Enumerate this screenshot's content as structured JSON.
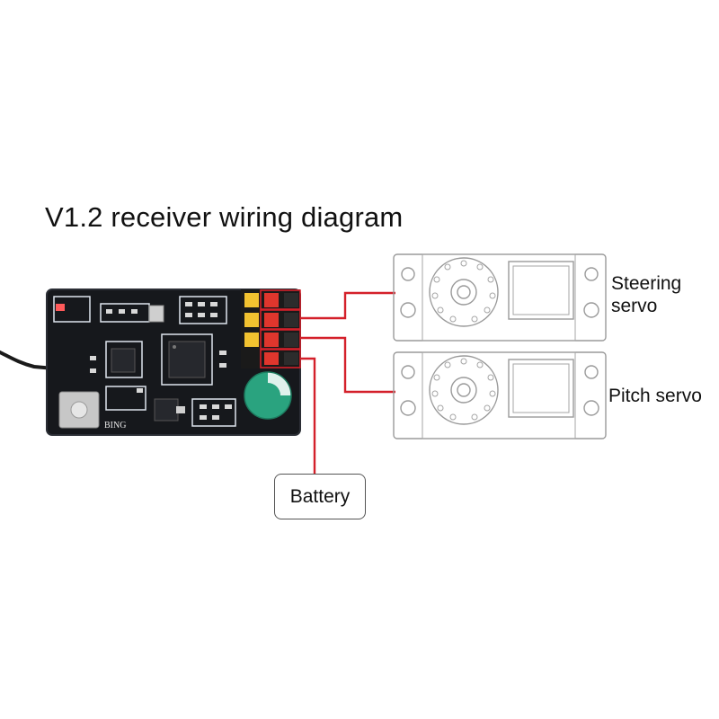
{
  "title": "V1.2 receiver wiring diagram",
  "labels": {
    "steering_line1": "Steering",
    "steering_line2": "servo",
    "pitch": "Pitch servo",
    "battery": "Battery"
  },
  "board": {
    "silkscreen": "BING"
  },
  "colors": {
    "wire": "#d4202a",
    "pcb": "#16181c",
    "pin_signal": "#f2c230",
    "pin_power": "#e0362d",
    "pin_ground": "#1e1e1e",
    "capacitor": "#2aa37f",
    "servo_outline": "#9a9a9a"
  }
}
